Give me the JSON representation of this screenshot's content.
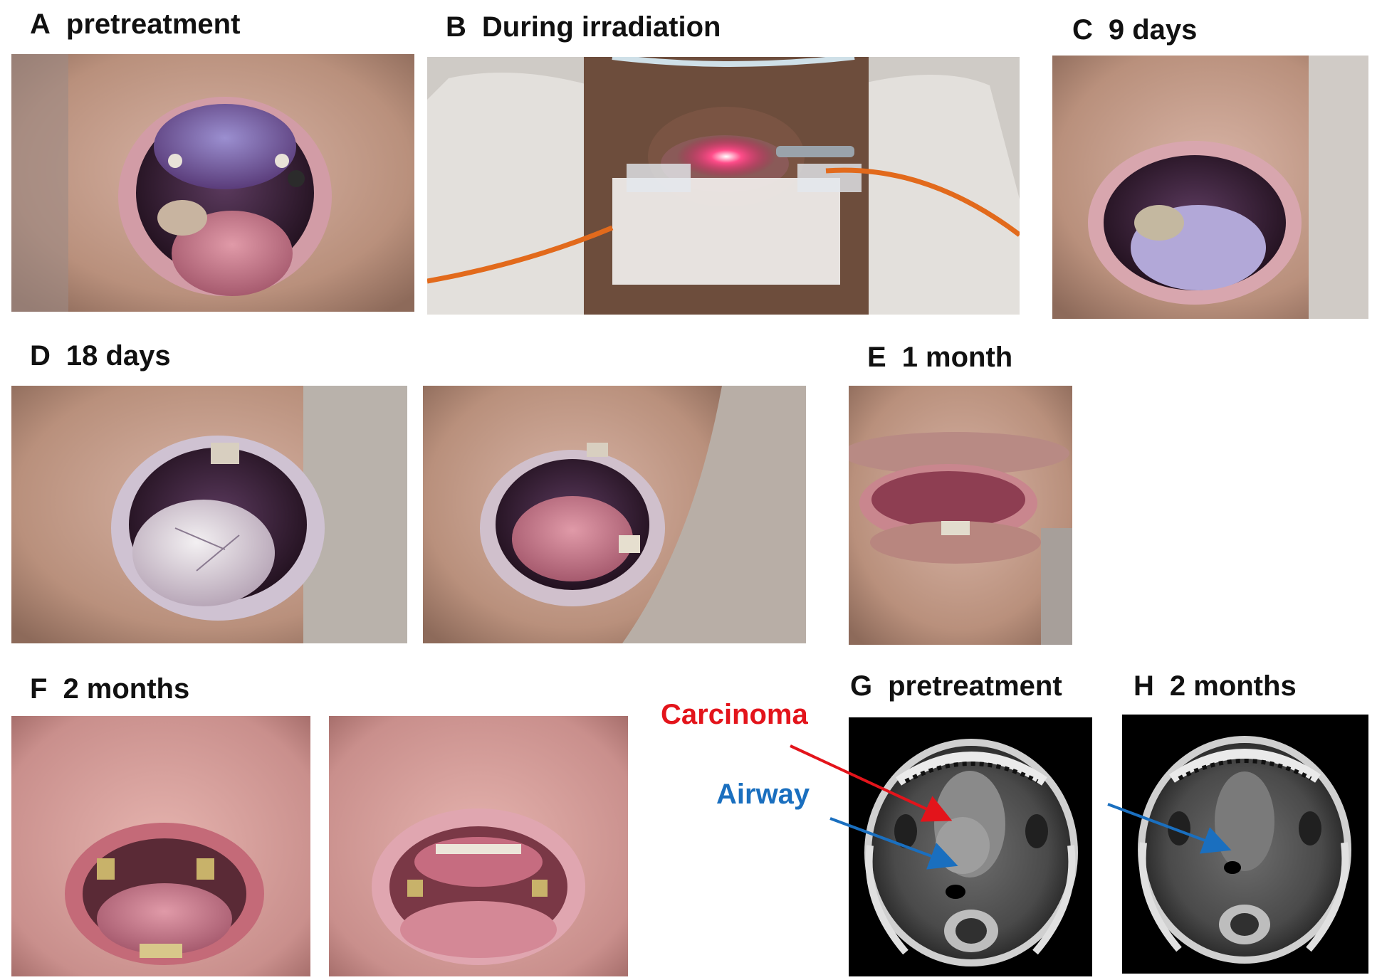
{
  "panels": [
    {
      "letter": "A",
      "caption": "pretreatment"
    },
    {
      "letter": "B",
      "caption": "During irradiation"
    },
    {
      "letter": "C",
      "caption": "9 days"
    },
    {
      "letter": "D",
      "caption": "18 days"
    },
    {
      "letter": "E",
      "caption": "1 month"
    },
    {
      "letter": "F",
      "caption": "2 months"
    },
    {
      "letter": "G",
      "caption": "pretreatment"
    },
    {
      "letter": "H",
      "caption": "2 months"
    }
  ],
  "annotations": {
    "carcinoma": {
      "text": "Carcinoma",
      "color": "#e3141b"
    },
    "airway": {
      "text": "Airway",
      "color": "#1a6fbf"
    }
  },
  "colors": {
    "skin": "#c9a08c",
    "lip": "#c98a92",
    "mouth_dark": "#3a1f33",
    "tongue": "#c77a8d",
    "mri_bg": "#000000"
  }
}
